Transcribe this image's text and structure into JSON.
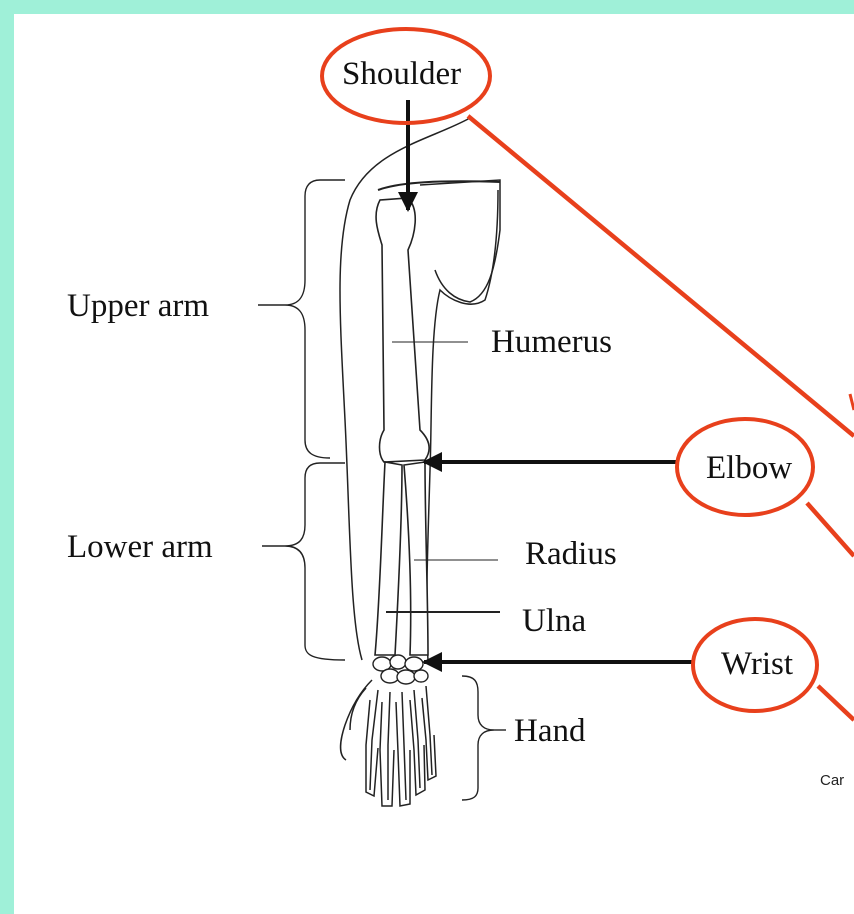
{
  "colors": {
    "background": "#9ff0d8",
    "panel": "#ffffff",
    "highlight": "#e8401c",
    "ink": "#111111"
  },
  "labels": {
    "shoulder": "Shoulder",
    "elbow": "Elbow",
    "wrist": "Wrist",
    "upper_arm": "Upper arm",
    "lower_arm": "Lower arm",
    "humerus": "Humerus",
    "radius": "Radius",
    "ulna": "Ulna",
    "hand": "Hand"
  },
  "caption": "Car"
}
